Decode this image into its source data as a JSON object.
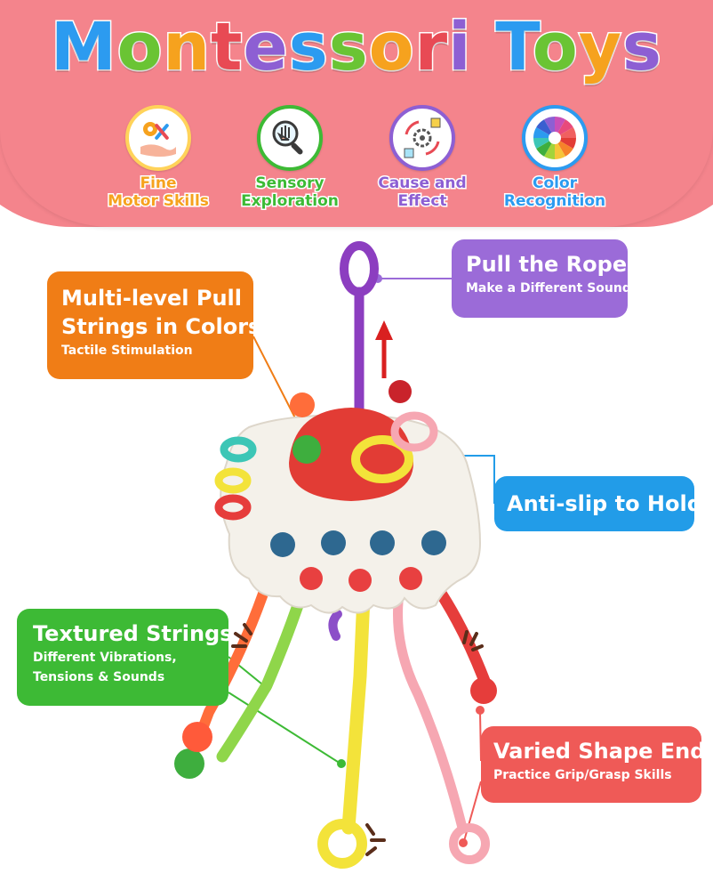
{
  "title": {
    "letters": [
      {
        "ch": "M",
        "color": "#2c9bf0"
      },
      {
        "ch": "o",
        "color": "#6ac434"
      },
      {
        "ch": "n",
        "color": "#f6a21e"
      },
      {
        "ch": "t",
        "color": "#e84a54"
      },
      {
        "ch": "e",
        "color": "#8d5fd3"
      },
      {
        "ch": "s",
        "color": "#2c9bf0"
      },
      {
        "ch": "s",
        "color": "#6ac434"
      },
      {
        "ch": "o",
        "color": "#f6a21e"
      },
      {
        "ch": "r",
        "color": "#e84a54"
      },
      {
        "ch": "i",
        "color": "#8d5fd3"
      },
      {
        "ch": " ",
        "color": "#000000"
      },
      {
        "ch": "T",
        "color": "#2c9bf0"
      },
      {
        "ch": "o",
        "color": "#6ac434"
      },
      {
        "ch": "y",
        "color": "#f6a21e"
      },
      {
        "ch": "s",
        "color": "#8d5fd3"
      }
    ]
  },
  "skills": [
    {
      "line1": "Fine",
      "line2": "Motor Skills",
      "color": "#f6a21e",
      "icon": "hand-tools-icon"
    },
    {
      "line1": "Sensory",
      "line2": "Exploration",
      "color": "#3dba35",
      "icon": "magnifier-hand-icon"
    },
    {
      "line1": "Cause and",
      "line2": "Effect",
      "color": "#8d5fd3",
      "icon": "gears-cycle-icon"
    },
    {
      "line1": "Color",
      "line2": "Recognition",
      "color": "#2c9bf0",
      "icon": "color-wheel-icon"
    }
  ],
  "callouts": {
    "pull": {
      "title": "Pull the Ropes",
      "subtitle": "Make a Different Sound",
      "color": "#9b6bd8"
    },
    "multi": {
      "title_line1": "Multi-level Pull",
      "title_line2": "Strings in Colors",
      "subtitle": "Tactile Stimulation",
      "color": "#f07d16"
    },
    "anti": {
      "title": "Anti-slip to Hold",
      "color": "#229ce8"
    },
    "textured": {
      "title": "Textured Strings",
      "subtitle_line1": "Different Vibrations,",
      "subtitle_line2": "Tensions & Sounds",
      "color": "#3dba35"
    },
    "varied": {
      "title": "Varied Shape Ends",
      "subtitle": "Practice Grip/Grasp Skills",
      "color": "#ef5a57"
    }
  }
}
